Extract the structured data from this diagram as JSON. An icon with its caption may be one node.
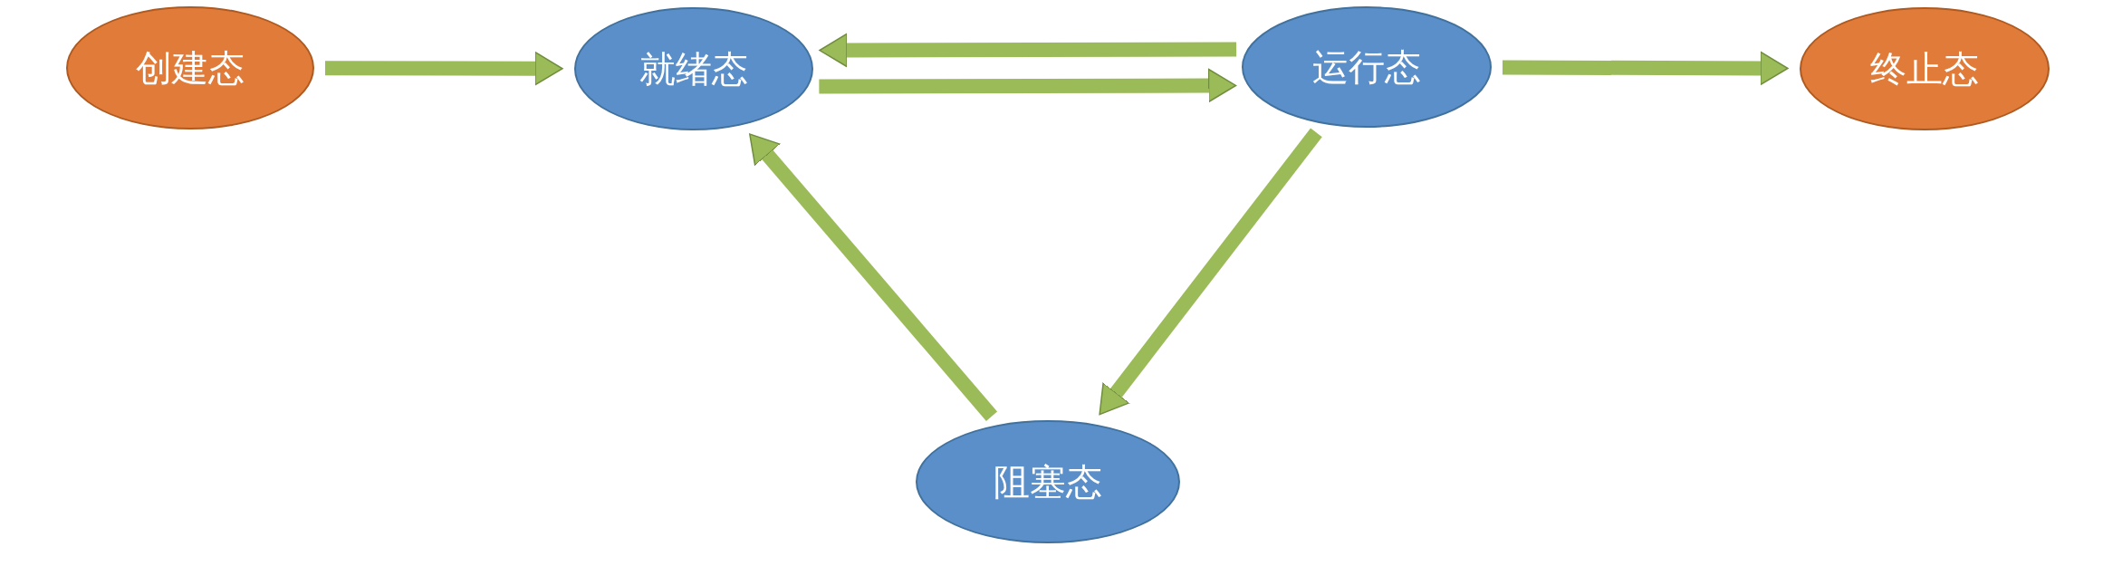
{
  "diagram": {
    "nodes": [
      {
        "text": [
          "创建态"
        ]
      },
      {
        "text": [
          "就绪态"
        ]
      },
      {
        "text": [
          "运行态"
        ]
      },
      {
        "text": [
          "终止态"
        ]
      },
      {
        "text": [
          "阻塞态"
        ]
      }
    ],
    "edges": [
      {
        "from": 0,
        "to": 1,
        "arrow": "to"
      },
      {
        "from": 1,
        "to": 2,
        "arrow": "to"
      },
      {
        "from": 2,
        "to": 1,
        "arrow": "to"
      },
      {
        "from": 2,
        "to": 3,
        "arrow": "to"
      },
      {
        "from": 2,
        "to": 4,
        "arrow": "to"
      },
      {
        "from": 4,
        "to": 1,
        "arrow": "to"
      }
    ]
  }
}
